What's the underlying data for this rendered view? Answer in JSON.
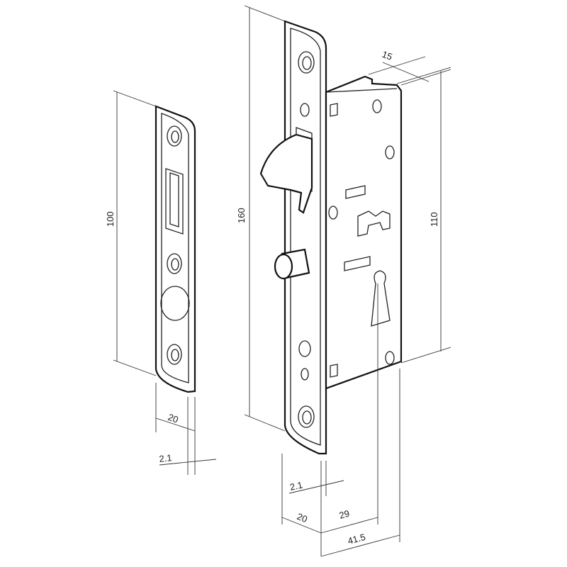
{
  "dimensions": {
    "strike_height": "100",
    "strike_width": "20",
    "strike_thickness": "2.1",
    "faceplate_height": "160",
    "case_depth_offset": "15",
    "case_height": "110",
    "faceplate_thickness": "2.1",
    "faceplate_width": "20",
    "backset": "29",
    "case_width": "41.5"
  }
}
